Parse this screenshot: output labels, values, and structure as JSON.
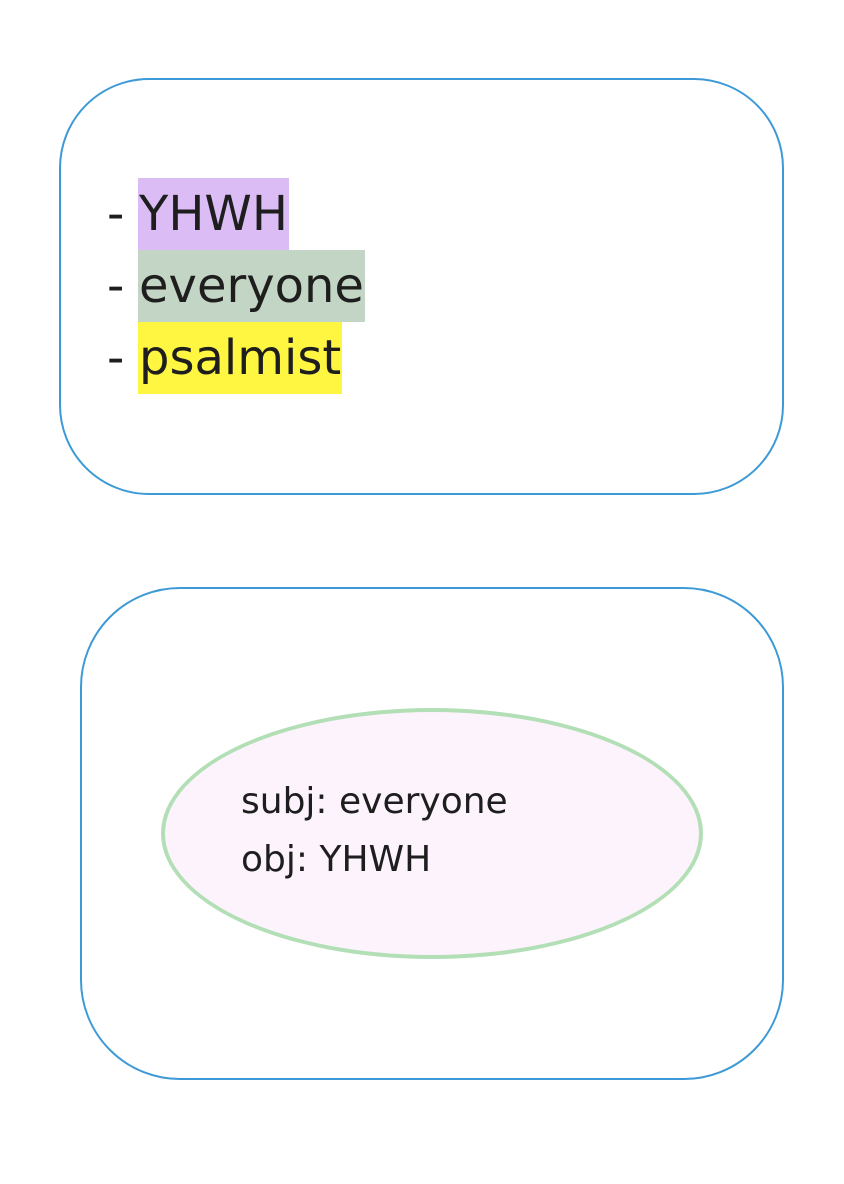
{
  "entities": {
    "dash": "-",
    "items": [
      {
        "label": "YHWH",
        "color": "#dcbcf5"
      },
      {
        "label": "everyone",
        "color": "#c3d5c4"
      },
      {
        "label": "psalmist",
        "color": "#fff641"
      }
    ]
  },
  "relation": {
    "subject_line": "subj: everyone",
    "object_line": "obj: YHWH"
  },
  "colors": {
    "box_border": "#3d9ad6",
    "ellipse_border": "#b3dfb6",
    "ellipse_fill": "#fcf3fc",
    "text": "#1e1e1e"
  }
}
